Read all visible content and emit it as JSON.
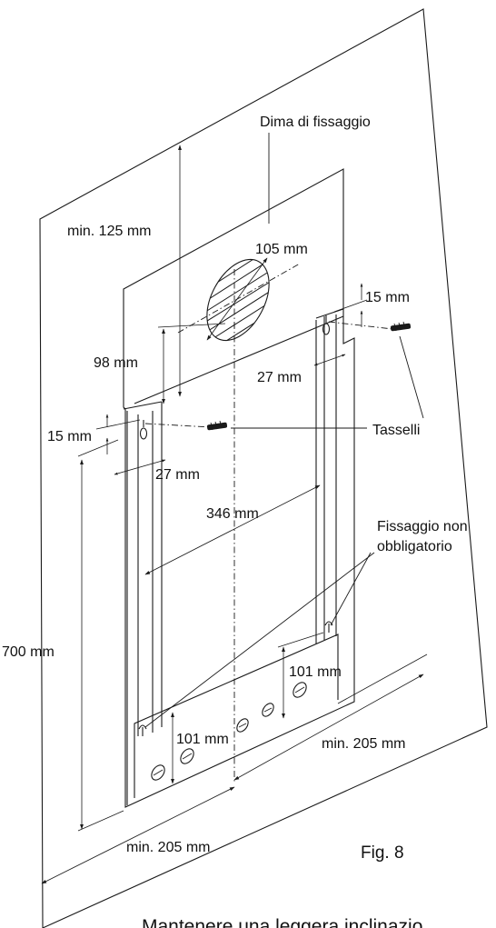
{
  "title": "Dima di fissaggio",
  "figure_label": "Fig. 8",
  "footer_text": "Mantenere una leggera inclinazio",
  "callouts": {
    "tasselli": "Tasselli",
    "fissaggio_line1": "Fissaggio non",
    "fissaggio_line2": "obbligatorio"
  },
  "dimensions": {
    "min_125": "min. 125 mm",
    "d_105": "105 mm",
    "d_15_top": "15 mm",
    "d_98": "98 mm",
    "d_27_right": "27 mm",
    "d_15_left": "15 mm",
    "d_27_left": "27 mm",
    "d_346": "346 mm",
    "d_700": "700 mm",
    "d_101_right": "101 mm",
    "d_101_left": "101 mm",
    "min_205_right": "min. 205 mm",
    "min_205_bottom": "min. 205 mm"
  },
  "colors": {
    "ink": "#1a1a1a",
    "background": "#ffffff"
  }
}
